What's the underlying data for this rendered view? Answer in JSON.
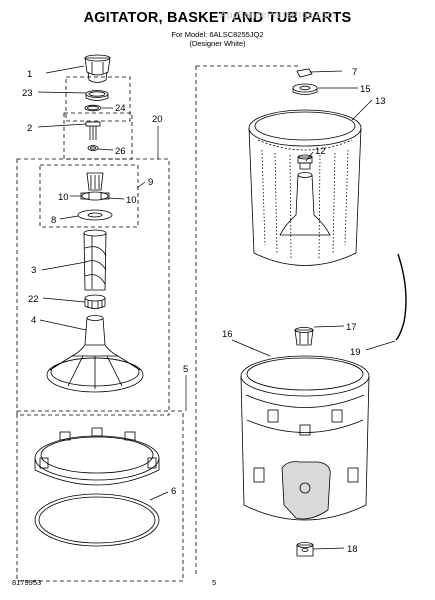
{
  "title": "AGITATOR, BASKET AND TUB PARTS",
  "model_line": "For Model: 6ALSC8255JQ2",
  "color_line": "(Designer White)",
  "watermark": "AppliancePartsPros.com",
  "doc_number": "8179953",
  "page_number": "5",
  "callouts": [
    {
      "id": "c1",
      "label": "1"
    },
    {
      "id": "c23",
      "label": "23"
    },
    {
      "id": "c24",
      "label": "24"
    },
    {
      "id": "c2",
      "label": "2"
    },
    {
      "id": "c26",
      "label": "26"
    },
    {
      "id": "c20",
      "label": "20"
    },
    {
      "id": "c9",
      "label": "9"
    },
    {
      "id": "c10a",
      "label": "10"
    },
    {
      "id": "c10b",
      "label": "10"
    },
    {
      "id": "c8",
      "label": "8"
    },
    {
      "id": "c3",
      "label": "3"
    },
    {
      "id": "c22",
      "label": "22"
    },
    {
      "id": "c4",
      "label": "4"
    },
    {
      "id": "c5",
      "label": "5"
    },
    {
      "id": "c6",
      "label": "6"
    },
    {
      "id": "c7",
      "label": "7"
    },
    {
      "id": "c15",
      "label": "15"
    },
    {
      "id": "c13",
      "label": "13"
    },
    {
      "id": "c12",
      "label": "12"
    },
    {
      "id": "c17",
      "label": "17"
    },
    {
      "id": "c16",
      "label": "16"
    },
    {
      "id": "c19",
      "label": "19"
    },
    {
      "id": "c18",
      "label": "18"
    }
  ]
}
